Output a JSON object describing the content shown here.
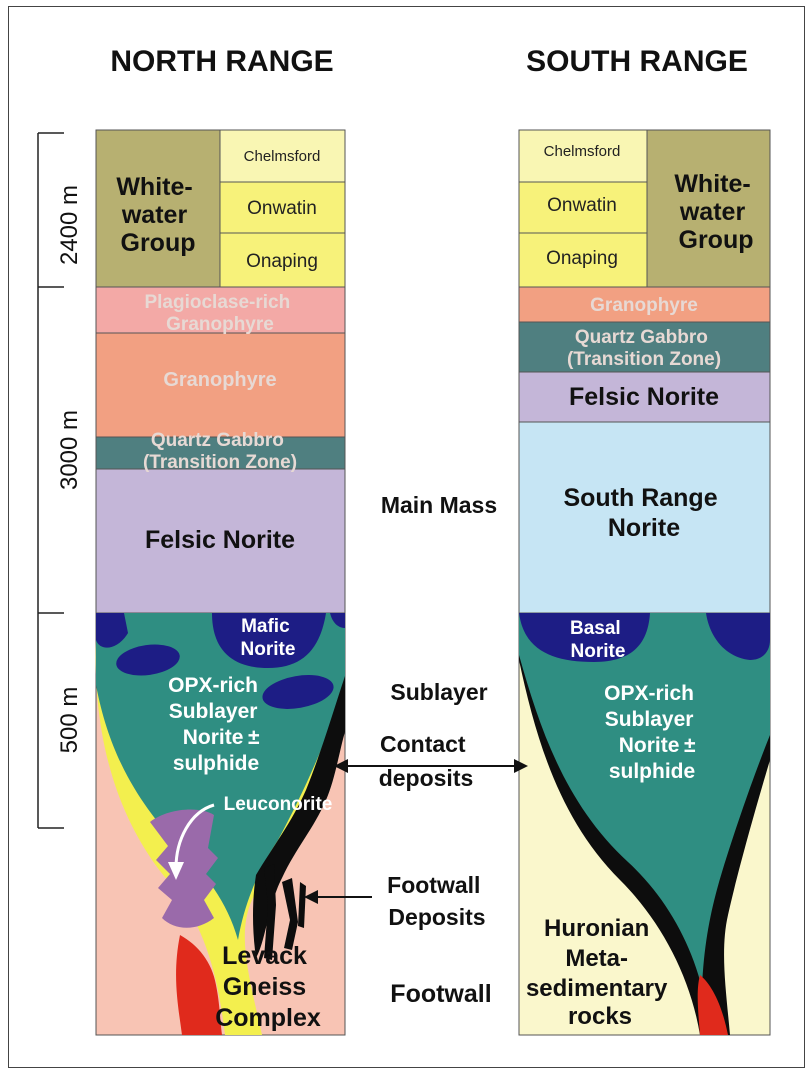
{
  "headers": {
    "north": "NORTH RANGE",
    "south": "SOUTH RANGE"
  },
  "scale": {
    "top": "2400 m",
    "middle": "3000 m",
    "bottom": "500 m"
  },
  "north": {
    "whitewater": [
      "White-",
      "water",
      "Group"
    ],
    "chelmsford": "Chelmsford",
    "onwatin": "Onwatin",
    "onaping": "Onaping",
    "plagioclase_granophyre": [
      "Plagioclase-rich",
      "Granophyre"
    ],
    "granophyre": "Granophyre",
    "quartz_gabbro": [
      "Quartz Gabbro",
      "(Transition Zone)"
    ],
    "felsic_norite": "Felsic  Norite",
    "mafic_norite": [
      "Mafic",
      "Norite"
    ],
    "opx_sublayer": [
      "OPX-rich",
      "Sublayer",
      "Norite",
      "sulphide"
    ],
    "leuconorite": "Leuconorite",
    "levack": [
      "Levack",
      "Gneiss",
      "Complex"
    ]
  },
  "south": {
    "whitewater": [
      "White-",
      "water",
      "Group"
    ],
    "chelmsford": "Chelmsford",
    "onwatin": "Onwatin",
    "onaping": "Onaping",
    "granophyre": "Granophyre",
    "quartz_gabbro": [
      "Quartz Gabbro",
      "(Transition Zone)"
    ],
    "felsic_norite": "Felsic  Norite",
    "south_range_norite": [
      "South Range",
      "Norite"
    ],
    "basal_norite": [
      "Basal",
      "Norite"
    ],
    "opx_sublayer": [
      "OPX-rich",
      "Sublayer",
      "Norite",
      "sulphide"
    ],
    "huronian": [
      "Huronian",
      "Meta-",
      "sedimentary",
      "rocks"
    ]
  },
  "center": {
    "main_mass": "Main Mass",
    "sublayer": "Sublayer",
    "contact": [
      "Contact",
      "deposits"
    ],
    "footwall_deposits": [
      "Footwall",
      "Deposits"
    ],
    "footwall": "Footwall"
  },
  "colors": {
    "whitewater": "#b7b071",
    "yellow_units": "#f7f27a",
    "chelmsford": "#f9f6b3",
    "plagioclase_granophyre": "#f3a9a6",
    "granophyre": "#f2a082",
    "quartz_gabbro": "#4f7f80",
    "felsic_norite": "#c4b6d8",
    "south_range_norite": "#c6e5f4",
    "sublayer": "#2f8e82",
    "mafic_norite": "#1d1d85",
    "levack_footwall": "#f8c4b4",
    "huronian_footwall": "#faf7cc",
    "yellow_band": "#f3ef4e",
    "leuconorite": "#9a6aaa",
    "ore": "#0d0d0d",
    "red": "#e02a1c"
  }
}
